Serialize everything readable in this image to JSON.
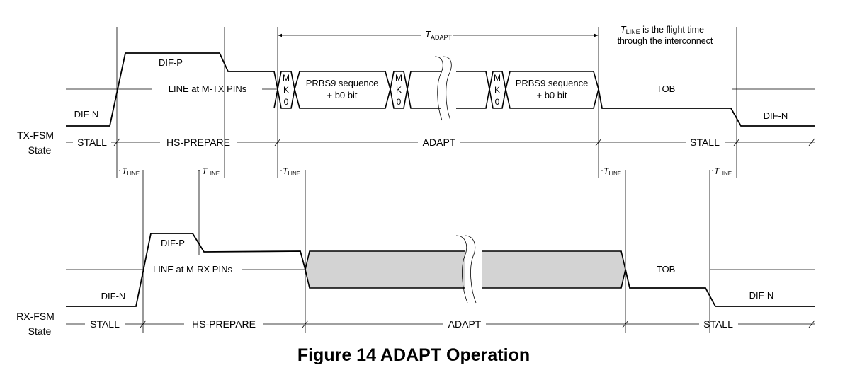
{
  "caption": "Figure 14 ADAPT Operation",
  "tadapt": {
    "main": "T",
    "sub": "ADAPT"
  },
  "tline_label": {
    "main": "T",
    "sub": "LINE"
  },
  "flight_note": {
    "line1_suffix": " is the flight time",
    "line2": "through the interconnect"
  },
  "tx": {
    "row_label_1": "TX-FSM",
    "row_label_2": "State",
    "dif_p": "DIF-P",
    "dif_n_left": "DIF-N",
    "dif_n_right": "DIF-N",
    "line_label": "LINE at M-TX PINs",
    "mk0": [
      "M",
      "K",
      "0"
    ],
    "prbs_line1": "PRBS9 sequence",
    "prbs_line2": "+ b0 bit",
    "tob": "TOB",
    "states": [
      "STALL",
      "HS-PREPARE",
      "ADAPT",
      "STALL"
    ]
  },
  "rx": {
    "row_label_1": "RX-FSM",
    "row_label_2": "State",
    "dif_p": "DIF-P",
    "dif_n_left": "DIF-N",
    "dif_n_right": "DIF-N",
    "line_label": "LINE at M-RX PINs",
    "tob": "TOB",
    "states": [
      "STALL",
      "HS-PREPARE",
      "ADAPT",
      "STALL"
    ]
  },
  "colors": {
    "line": "#000000",
    "fill_adapt": "#d3d3d3"
  }
}
